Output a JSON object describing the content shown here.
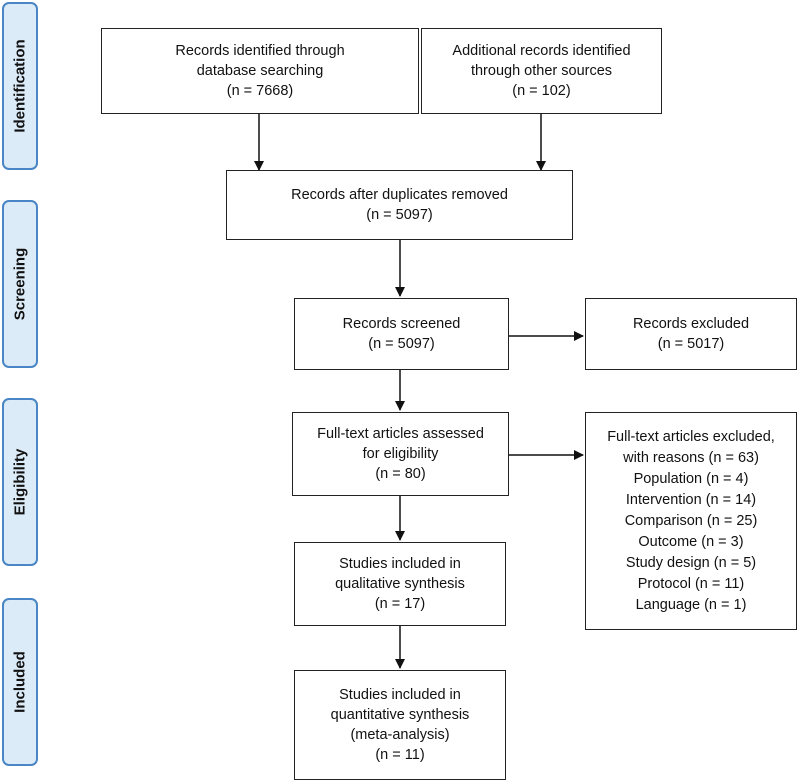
{
  "phases": {
    "identification": "Identification",
    "screening": "Screening",
    "eligibility": "Eligibility",
    "included": "Included"
  },
  "boxes": {
    "database_records": {
      "line1": "Records identified through",
      "line2": "database searching",
      "count": "(n = 7668)"
    },
    "other_records": {
      "line1": "Additional records identified",
      "line2": "through other sources",
      "count": "(n = 102)"
    },
    "after_duplicates": {
      "line1": "Records after duplicates removed",
      "count": "(n = 5097)"
    },
    "screened": {
      "line1": "Records screened",
      "count": "(n = 5097)"
    },
    "excluded": {
      "line1": "Records excluded",
      "count": "(n = 5017)"
    },
    "fulltext_assessed": {
      "line1": "Full-text articles assessed",
      "line2": "for eligibility",
      "count": "(n = 80)"
    },
    "fulltext_excluded": {
      "line1": "Full-text articles excluded,",
      "line2": "with reasons (n = 63)",
      "reasons": [
        "Population (n = 4)",
        "Intervention (n = 14)",
        "Comparison (n = 25)",
        "Outcome (n = 3)",
        "Study design (n = 5)",
        "Protocol (n = 11)",
        "Language (n = 1)"
      ]
    },
    "qualitative": {
      "line1": "Studies included in",
      "line2": "qualitative synthesis",
      "count": "(n = 17)"
    },
    "quantitative": {
      "line1": "Studies included in",
      "line2": "quantitative synthesis",
      "line3": "(meta-analysis)",
      "count": "(n = 11)"
    }
  },
  "colors": {
    "phase_fill": "#dcebf8",
    "phase_border": "#4a86c5",
    "box_border": "#222222",
    "arrow": "#111111"
  }
}
